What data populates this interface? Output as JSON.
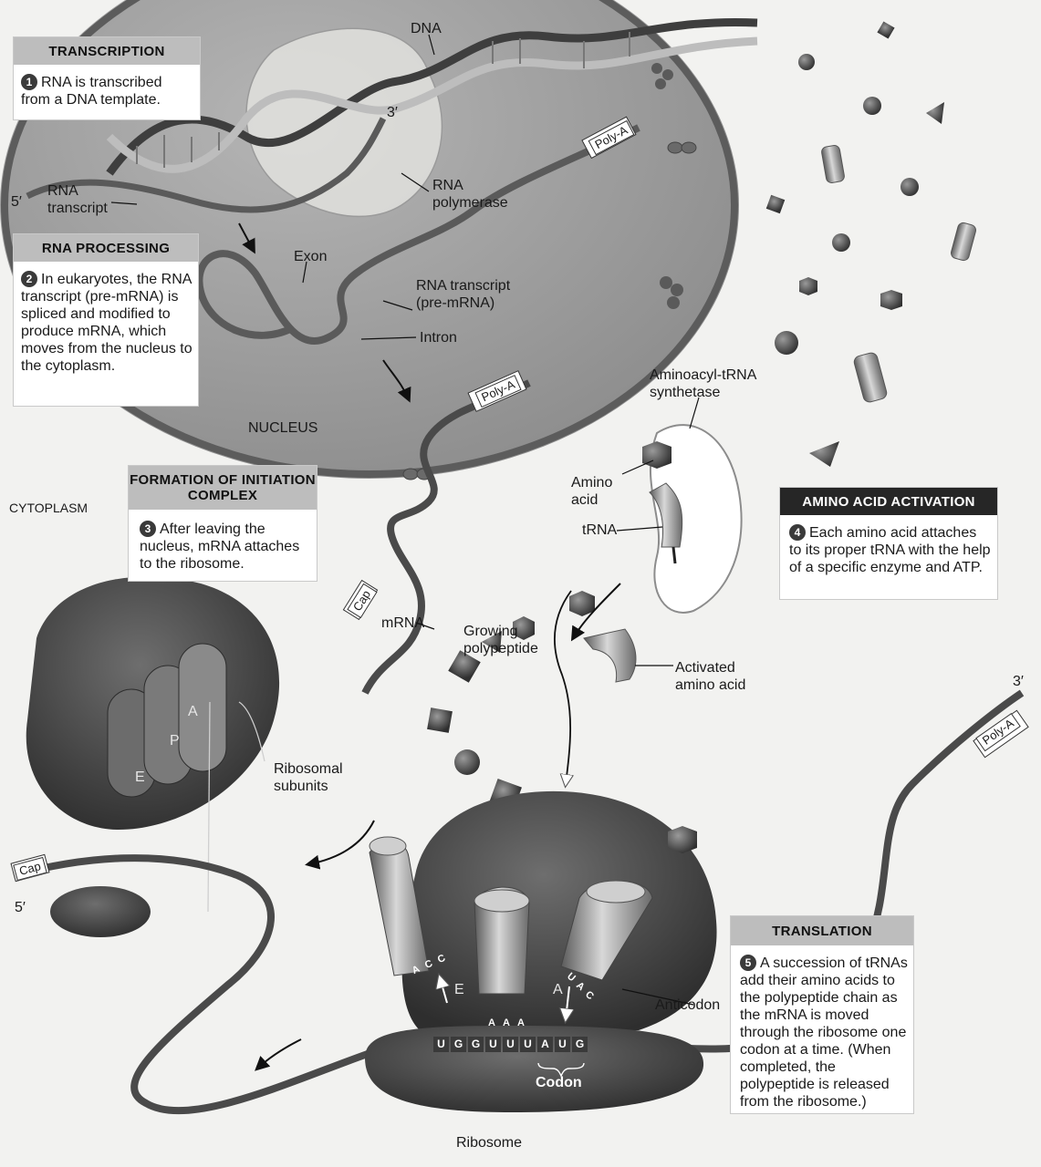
{
  "labels": {
    "dna": "DNA",
    "three_prime_top": "3′",
    "five_prime_top": "5′",
    "rna_transcript": "RNA\ntranscript",
    "rna_polymerase": "RNA\npolymerase",
    "poly_a_nucleus": "Poly-A",
    "exon": "Exon",
    "rna_transcript_pre": "RNA transcript\n(pre-mRNA)",
    "intron": "Intron",
    "poly_a_mrna": "Poly-A",
    "nucleus": "NUCLEUS",
    "cytoplasm": "CYTOPLASM",
    "aminoacyl_trna_synthetase": "Aminoacyl-tRNA\nsynthetase",
    "amino_acid": "Amino\nacid",
    "trna": "tRNA",
    "mrna": "mRNA",
    "cap_mrna": "Cap",
    "growing_polypeptide": "Growing\npolypeptide",
    "activated_amino_acid": "Activated\namino acid",
    "three_prime_right": "3′",
    "poly_a_right": "Poly-A",
    "site_a": "A",
    "site_p": "P",
    "site_e": "E",
    "ribosomal_subunits": "Ribosomal\nsubunits",
    "cap_left": "Cap",
    "five_prime_left": "5′",
    "exit_e": "E",
    "entry_a": "A",
    "anticodon": "Anticodon",
    "codon": "Codon",
    "ribosome": "Ribosome",
    "mrna_bases": [
      "U",
      "G",
      "G",
      "U",
      "U",
      "U",
      "A",
      "U",
      "G"
    ],
    "anticodon_mid": [
      "A",
      "A",
      "A"
    ],
    "anticodon_left": [
      "A",
      "C",
      "C"
    ],
    "anticodon_right": [
      "U",
      "A",
      "C"
    ]
  },
  "boxes": {
    "transcription": {
      "header": "TRANSCRIPTION",
      "step": "1",
      "text": "RNA is transcribed from a DNA template."
    },
    "rna_processing": {
      "header": "RNA PROCESSING",
      "step": "2",
      "text": "In eukaryotes, the RNA transcript (pre-mRNA) is spliced and modified to produce mRNA, which moves from the nucleus to the cytoplasm."
    },
    "initiation": {
      "header": "FORMATION OF INITIATION COMPLEX",
      "step": "3",
      "text": "After leaving the nucleus, mRNA attaches to the ribosome."
    },
    "activation": {
      "header": "AMINO ACID ACTIVATION",
      "step": "4",
      "text": "Each amino acid attaches to its proper tRNA with the help of a specific enzyme and ATP."
    },
    "translation": {
      "header": "TRANSLATION",
      "step": "5",
      "text": "A succession of tRNAs add their amino acids to the polypeptide chain as the mRNA is moved through the ribosome one codon at a time. (When completed, the polypeptide is released from the ribosome.)"
    }
  },
  "colors": {
    "nucleus": "#8f8f8f",
    "cytoplasm_bg": "#f2f2f0",
    "ribosome": "#4a4a4a",
    "header_dark": "#262626",
    "header_light": "#bdbdbd"
  }
}
